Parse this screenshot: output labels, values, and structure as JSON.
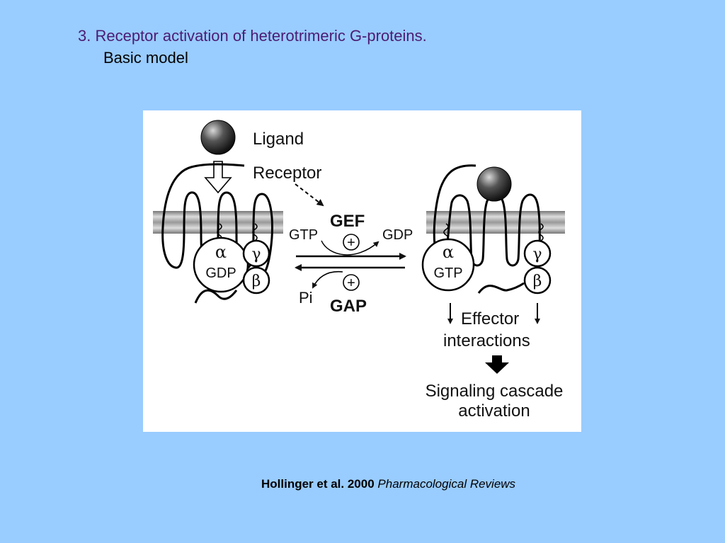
{
  "title": {
    "line1": "3. Receptor activation of heterotrimeric G-proteins.",
    "line2": "Basic model"
  },
  "diagram": {
    "ligand": "Ligand",
    "receptor": "Receptor",
    "gef": "GEF",
    "gap": "GAP",
    "gtp_in": "GTP",
    "gdp_out": "GDP",
    "pi": "Pi",
    "plus": "+",
    "alpha": "α",
    "beta": "β",
    "gamma": "γ",
    "gdp_bound": "GDP",
    "gtp_bound": "GTP",
    "effector": "Effector",
    "interactions": "interactions",
    "signaling": "Signaling cascade",
    "activation": "activation"
  },
  "citation": {
    "authors": "Hollinger et al. 2000",
    "journal": "Pharmacological Reviews"
  }
}
